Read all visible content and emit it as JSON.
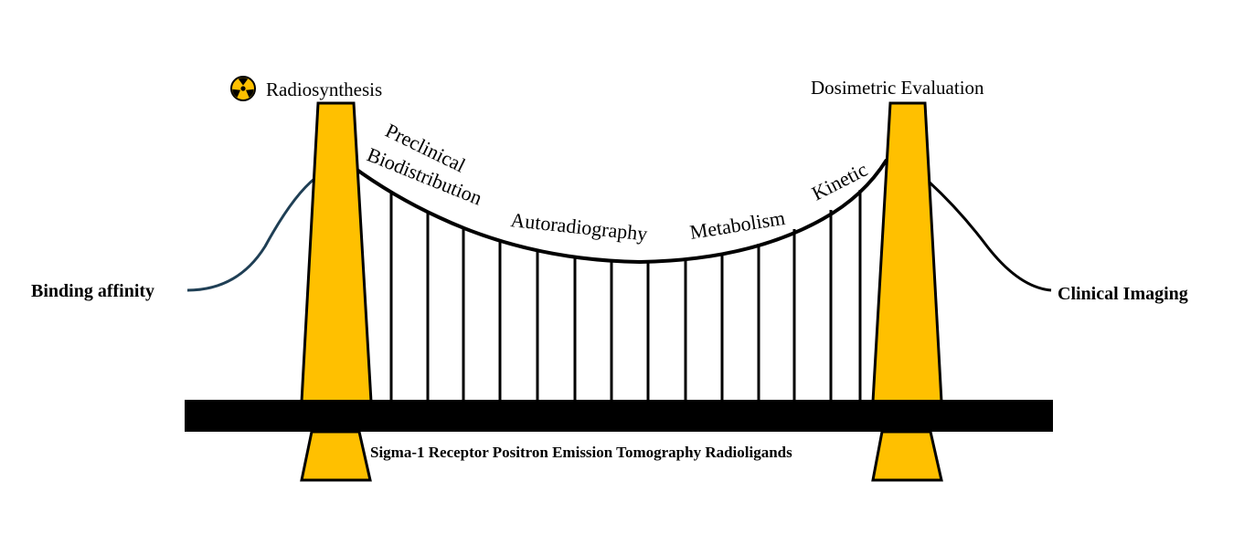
{
  "diagram": {
    "title_left": "Radiosynthesis",
    "title_right": "Dosimetric Evaluation",
    "left_anchor": "Binding affinity",
    "right_anchor": "Clinical Imaging",
    "deck_label": "Sigma-1 Receptor Positron Emission Tomography Radioligands",
    "cable_labels": {
      "preclinical": "Preclinical",
      "biodistribution": "Biodistribution",
      "autoradiography": "Autoradiography",
      "metabolism": "Metabolism",
      "kinetic": "Kinetic"
    },
    "colors": {
      "tower": "#FFC000",
      "deck": "#000000",
      "stroke": "#000000",
      "left_anchor_cable": "#1F3F55",
      "icon_bg": "#FFC000"
    },
    "icons": {
      "radiation": "radiation-icon"
    }
  }
}
